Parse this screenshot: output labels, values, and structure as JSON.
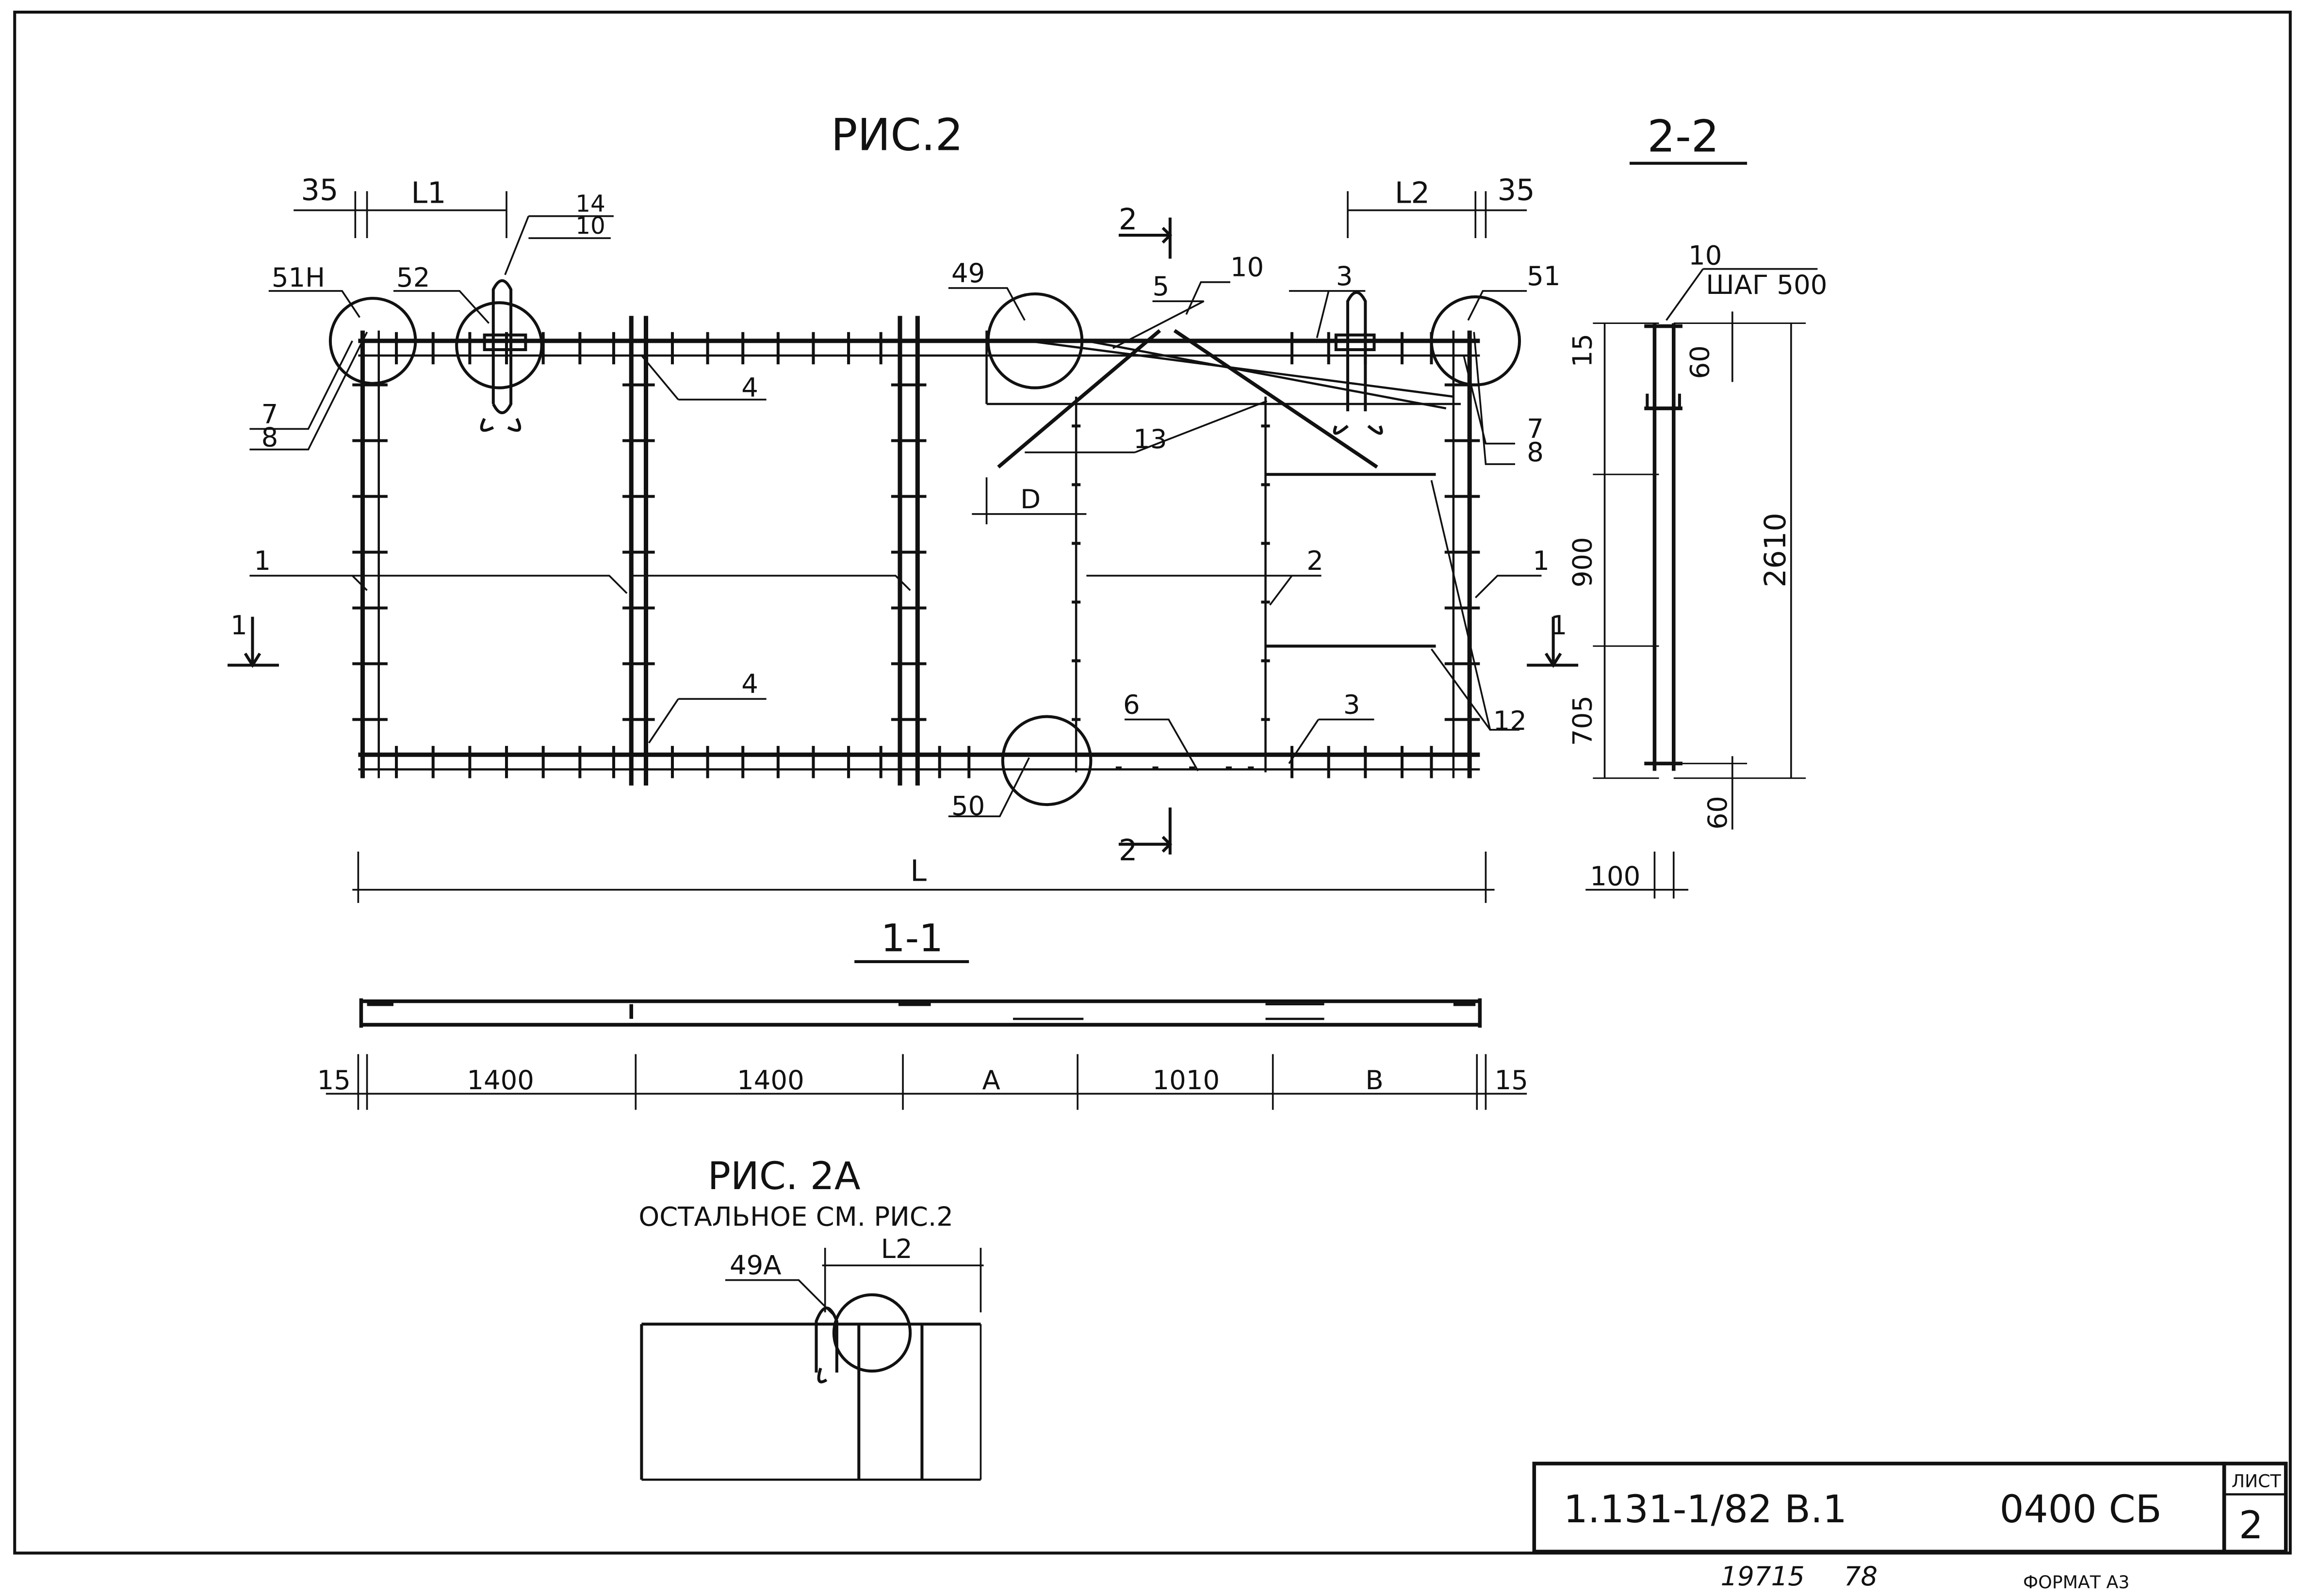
{
  "drawing": {
    "fig2_title": "РИС.2",
    "section22_title": "2-2",
    "section11_title": "1-1",
    "fig2a_title": "РИС. 2А",
    "fig2a_note": "ОСТАЛЬНОЕ СМ. РИС.2"
  },
  "fig2": {
    "dims_top": {
      "left_offset": "35",
      "l1": "L1",
      "l2": "L2",
      "right_offset": "35"
    },
    "dim_total": "L",
    "dim_d": "D",
    "section_marks": {
      "top": "2",
      "bottom": "2",
      "left": "1",
      "right": "1"
    },
    "callouts": {
      "c51n": "51Н",
      "c52": "52",
      "c14": "14",
      "c10a": "10",
      "c49": "49",
      "c5": "5",
      "c10b": "10",
      "c3a": "3",
      "c51": "51",
      "c7a": "7",
      "c8a": "8",
      "c4a": "4",
      "c13": "13",
      "c7b": "7",
      "c8b": "8",
      "c1a": "1",
      "c2": "2",
      "c1b": "1",
      "c4b": "4",
      "c6": "6",
      "c3b": "3",
      "c12": "12",
      "c50": "50"
    }
  },
  "section22": {
    "callout10": "10",
    "step": "ШАГ 500",
    "dims": {
      "d15": "15",
      "d60_top": "60",
      "d900": "900",
      "d2610": "2610",
      "d705": "705",
      "d60_bottom": "60",
      "d100": "100"
    }
  },
  "section11": {
    "dims": [
      "15",
      "1400",
      "1400",
      "А",
      "1010",
      "В",
      "15"
    ]
  },
  "fig2a": {
    "callout": "49А",
    "dim": "L2"
  },
  "title_block": {
    "code": "1.131-1/82 В.1",
    "mark": "0400 СБ",
    "sheet_label": "ЛИСТ",
    "sheet_number": "2"
  },
  "footer": {
    "number": "19715",
    "year": "78",
    "format": "ФОРМАТ А3"
  }
}
